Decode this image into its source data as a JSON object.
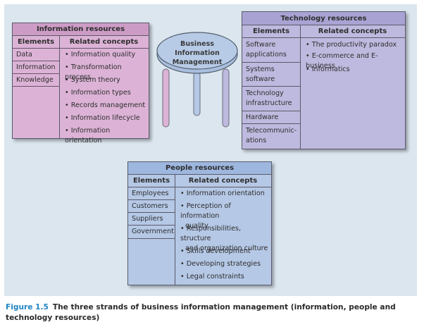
{
  "figure": {
    "center_label": "Business Information Management",
    "center_label_lines": [
      "Business",
      "Information",
      "Management"
    ],
    "leg_colors": {
      "information": "#dcb3d6",
      "people": "#b5c8e6",
      "technology": "#beb9de"
    },
    "caption_number": "Figure 1.5",
    "caption_text": "The three strands of business information management (information, people and technology resources)"
  },
  "information": {
    "title": "Information resources",
    "elements_header": "Elements",
    "concepts_header": "Related concepts",
    "elements": [
      "Data",
      "Information",
      "Knowledge"
    ],
    "concepts": [
      "Information quality",
      "Transformation process",
      "System theory",
      "Information types",
      "Records management",
      "Information lifecycle",
      "Information orientation"
    ]
  },
  "technology": {
    "title": "Technology resources",
    "elements_header": "Elements",
    "concepts_header": "Related concepts",
    "elements": [
      [
        "Software",
        "applications"
      ],
      [
        "Systems",
        "software"
      ],
      [
        "Technology",
        "infrastructure"
      ],
      [
        "Hardware"
      ],
      [
        "Telecommunic-",
        "ations"
      ]
    ],
    "concepts": [
      "The productivity paradox",
      "E-commerce and E-business",
      "Informatics"
    ]
  },
  "people": {
    "title": "People resources",
    "elements_header": "Elements",
    "concepts_header": "Related concepts",
    "elements": [
      "Employees",
      "Customers",
      "Suppliers",
      "Government"
    ],
    "concepts": [
      [
        "Information orientation"
      ],
      [
        "Perception of information",
        "quality"
      ],
      [
        "Responsibilities, structure",
        "and organization culture"
      ],
      [
        "Skills development"
      ],
      [
        "Developing strategies"
      ],
      [
        "Legal constraints"
      ]
    ]
  }
}
